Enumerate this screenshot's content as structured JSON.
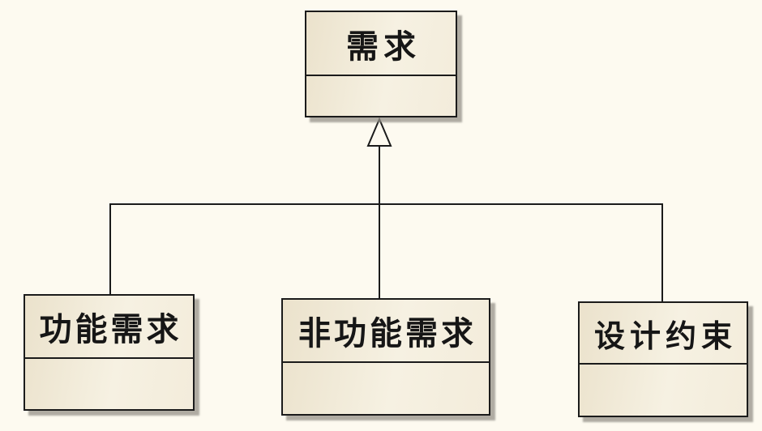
{
  "diagram": {
    "kind": "uml-class-diagram",
    "relationship": "generalization",
    "parent": {
      "name": "需求"
    },
    "children": [
      {
        "name": "功能需求"
      },
      {
        "name": "非功能需求"
      },
      {
        "name": "设计约束"
      }
    ],
    "colors": {
      "background": "#fdfaf0",
      "box_fill_dark": "#ebe2cc",
      "box_fill_light": "#f6f1e2",
      "box_border": "#1b1b1b",
      "shadow": "#94908a"
    }
  }
}
